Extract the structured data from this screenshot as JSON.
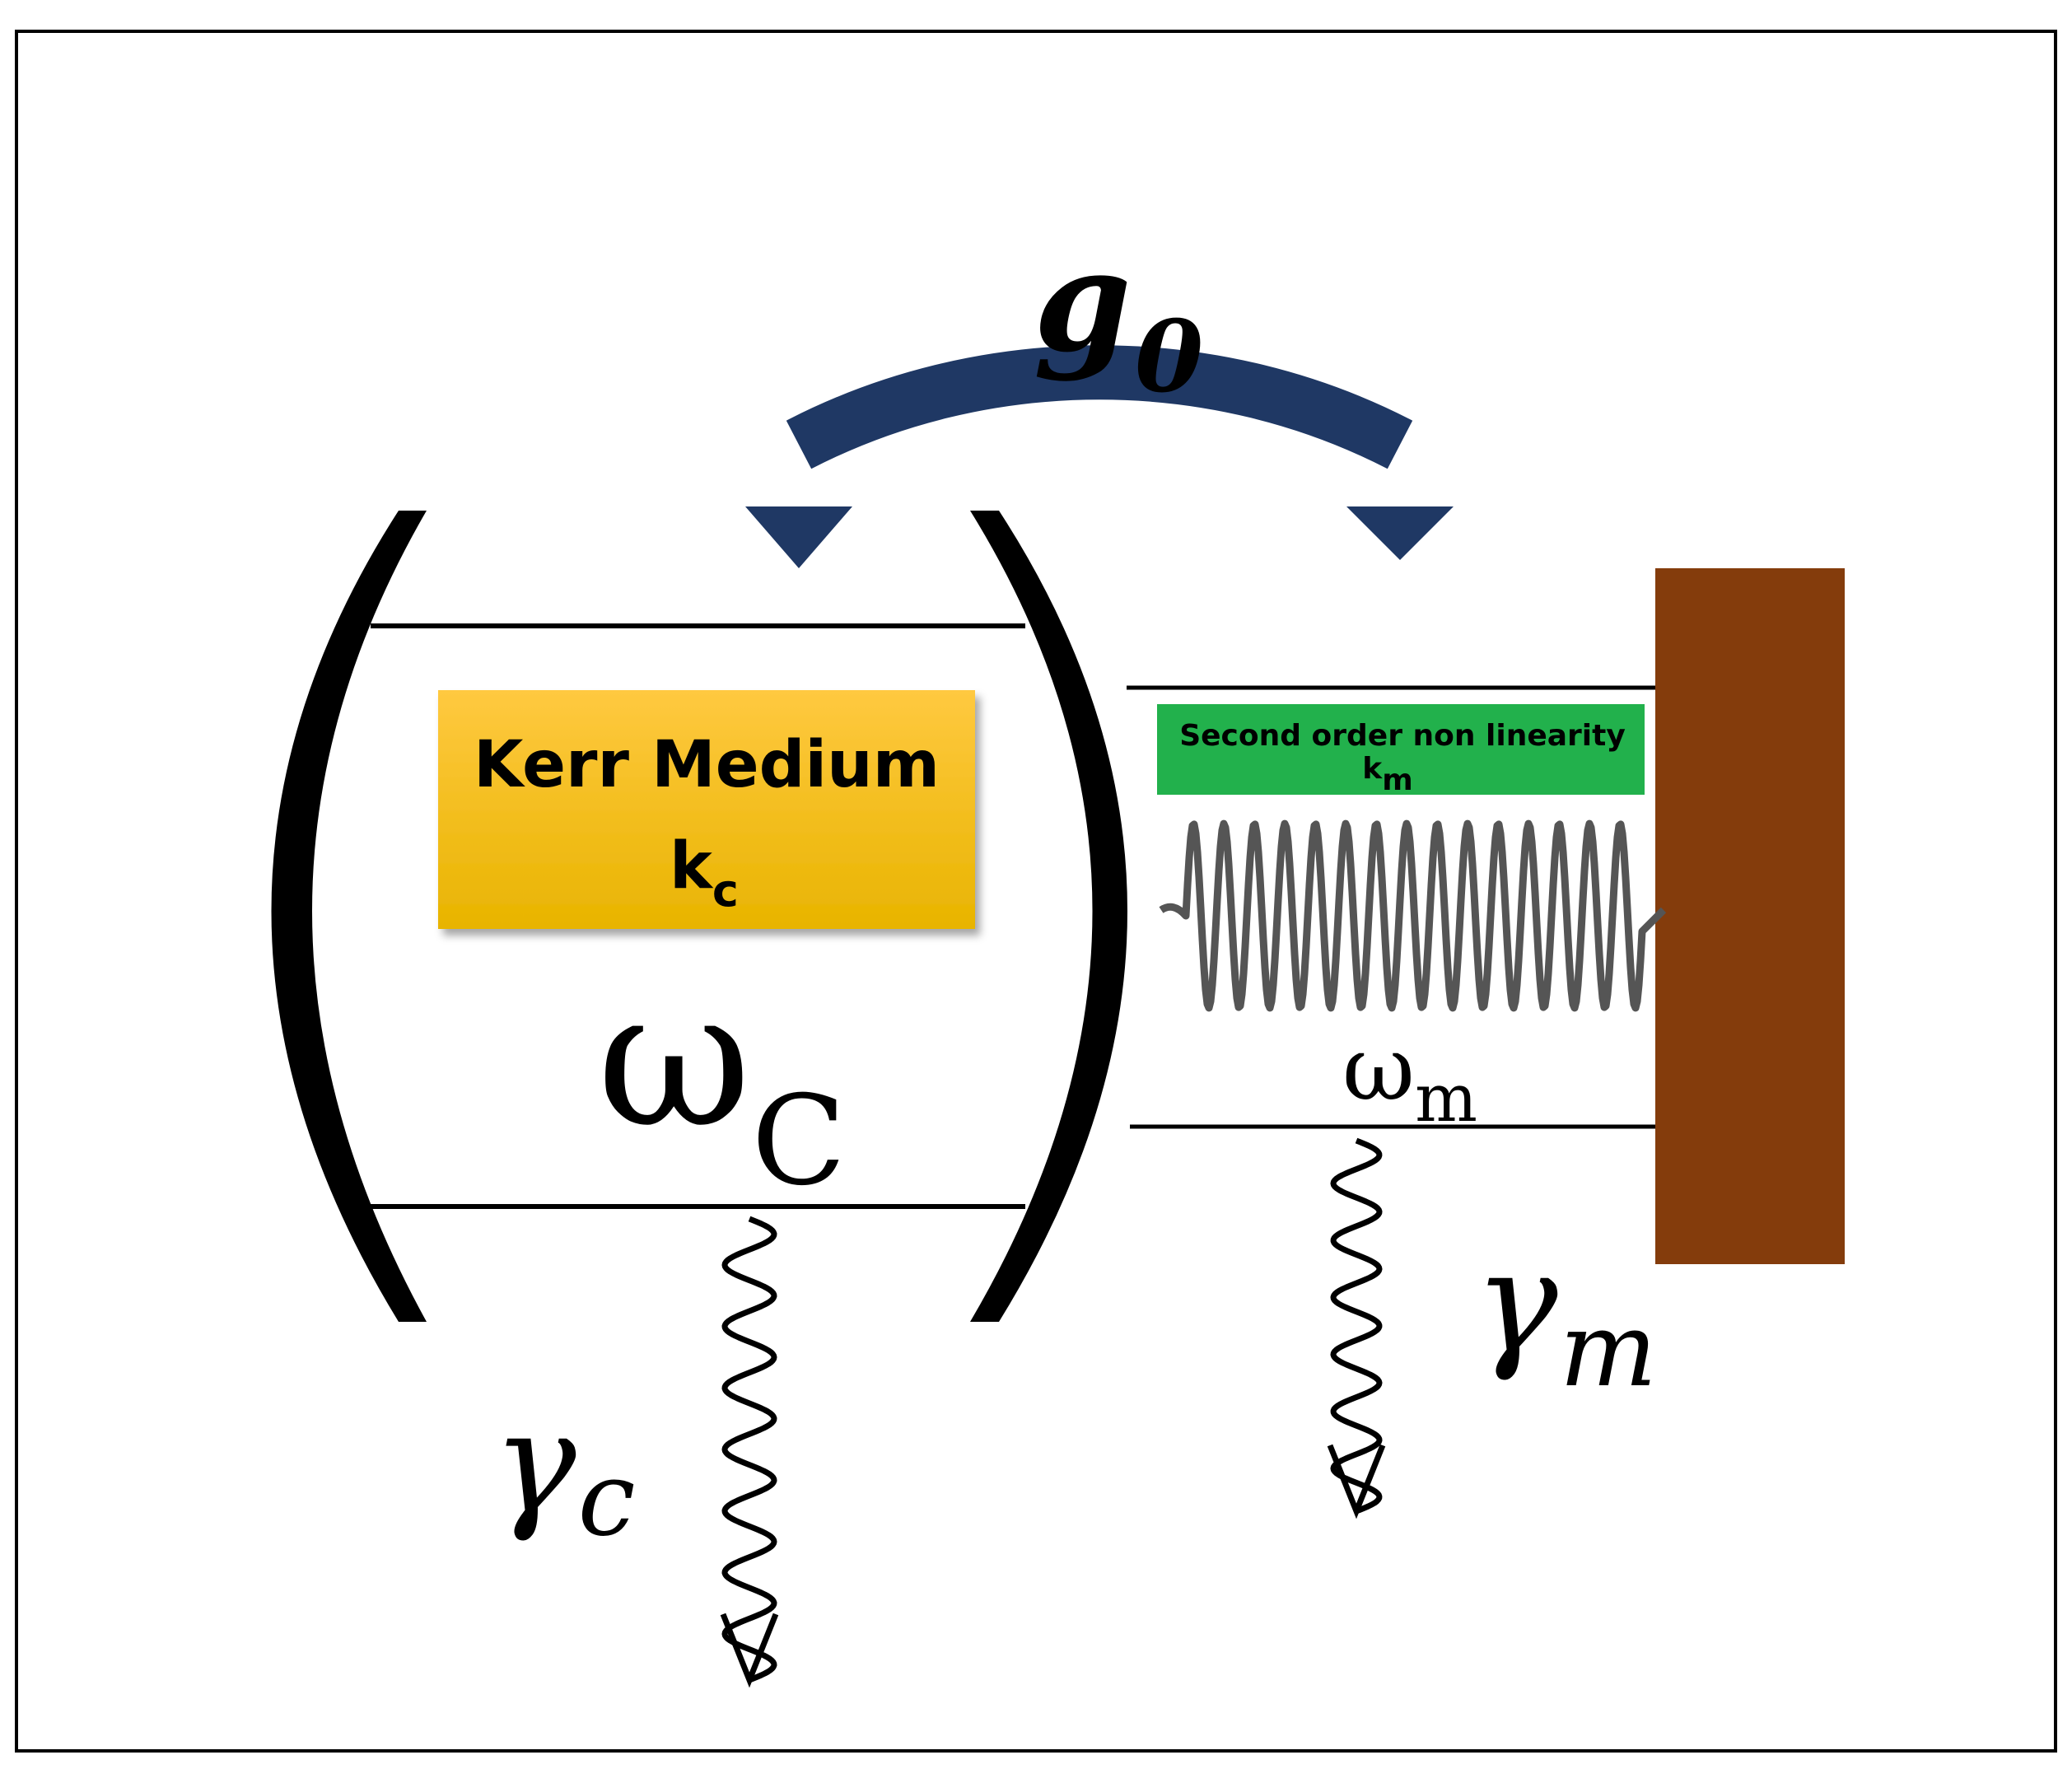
{
  "labels": {
    "coupling_symbol": "g",
    "coupling_subscript": "0",
    "kerr_title": "Kerr Medium",
    "kerr_symbol": "k",
    "kerr_subscript": "c",
    "nonlinearity_title": "Second order non linearity",
    "nonlinearity_symbol": "k",
    "nonlinearity_subscript": "m",
    "cavity_freq_symbol": "ω",
    "cavity_freq_subscript": "C",
    "mech_freq_symbol": "ω",
    "mech_freq_subscript": "m",
    "cavity_decay_symbol": "γ",
    "cavity_decay_subscript": "c",
    "mech_decay_symbol": "γ",
    "mech_decay_subscript": "m"
  },
  "colors": {
    "arrow": "#1f3864",
    "kerr_box_top": "#ffc940",
    "kerr_box_bottom": "#e8b400",
    "nonlinearity_box": "#22b14c",
    "wall": "#843c0c",
    "mirror": "#000000",
    "spring": "#555555"
  }
}
